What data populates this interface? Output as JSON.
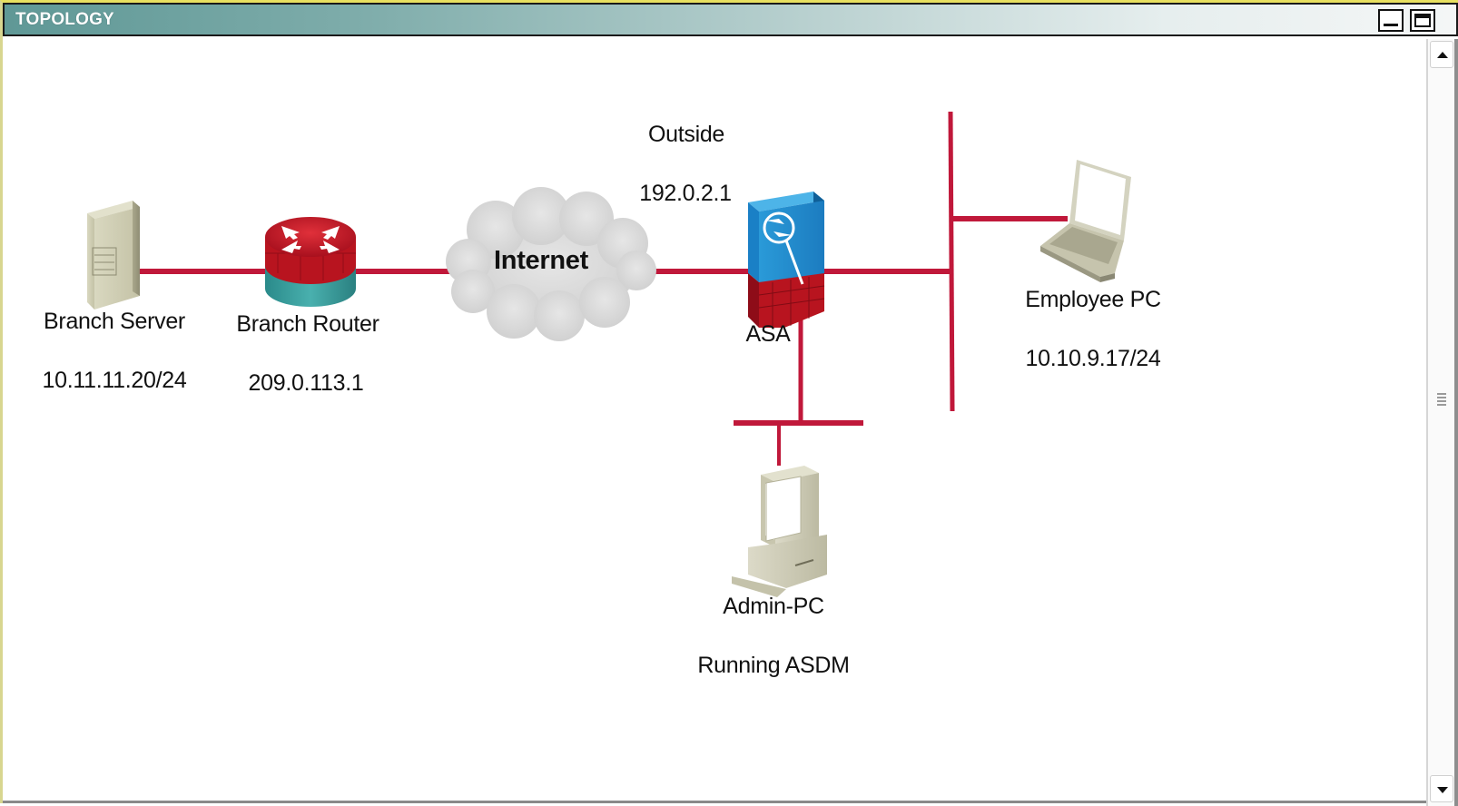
{
  "window": {
    "title": "TOPOLOGY",
    "controls": {
      "minimize_icon": "minimize-icon",
      "maximize_icon": "maximize-icon"
    }
  },
  "colors": {
    "link": "#c0183a",
    "titlebar_start": "#5f9896",
    "titlebar_end": "#f4f6f6"
  },
  "nodes": {
    "branch_server": {
      "name": "Branch Server",
      "address": "10.11.11.20/24",
      "icon": "server-icon"
    },
    "branch_router": {
      "name": "Branch Router",
      "address": "209.0.113.1",
      "icon": "router-icon"
    },
    "internet": {
      "name": "Internet",
      "icon": "cloud-icon"
    },
    "asa": {
      "name": "ASA",
      "interface_label": "Outside",
      "address": "192.0.2.1",
      "icon": "asa-firewall-icon"
    },
    "employee_pc": {
      "name": "Employee PC",
      "address": "10.10.9.17/24",
      "icon": "laptop-icon"
    },
    "admin_pc": {
      "name": "Admin-PC",
      "note": "Running ASDM",
      "icon": "desktop-pc-icon"
    }
  },
  "links": [
    {
      "from": "Branch Server",
      "to": "Branch Router"
    },
    {
      "from": "Branch Router",
      "to": "Internet"
    },
    {
      "from": "Internet",
      "to": "ASA"
    },
    {
      "from": "ASA",
      "to": "Inside Switch Segment"
    },
    {
      "from": "Inside Switch Segment",
      "to": "Employee PC"
    },
    {
      "from": "ASA",
      "to": "Management Segment"
    },
    {
      "from": "Management Segment",
      "to": "Admin-PC"
    }
  ],
  "scrollbar": {
    "up_icon": "scroll-up-icon",
    "down_icon": "scroll-down-icon"
  }
}
